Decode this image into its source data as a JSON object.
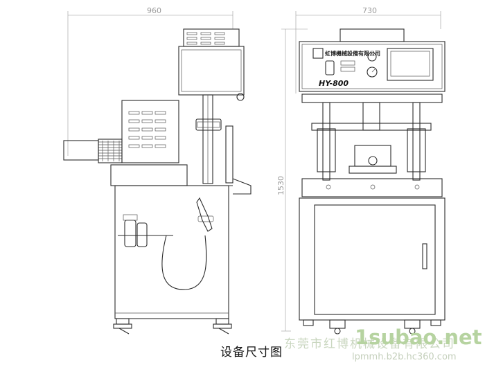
{
  "dimensions": {
    "width_left": "960",
    "width_right": "730",
    "height": "1530"
  },
  "machine": {
    "model": "HY-800",
    "nameplate": "虹博機械設備有限公司"
  },
  "caption": "设备尺寸图",
  "watermark": {
    "brand": "1subao.net",
    "company": "东莞市红博机械设备有限公司",
    "url": "lpmmh.b2b.hc360.com"
  }
}
